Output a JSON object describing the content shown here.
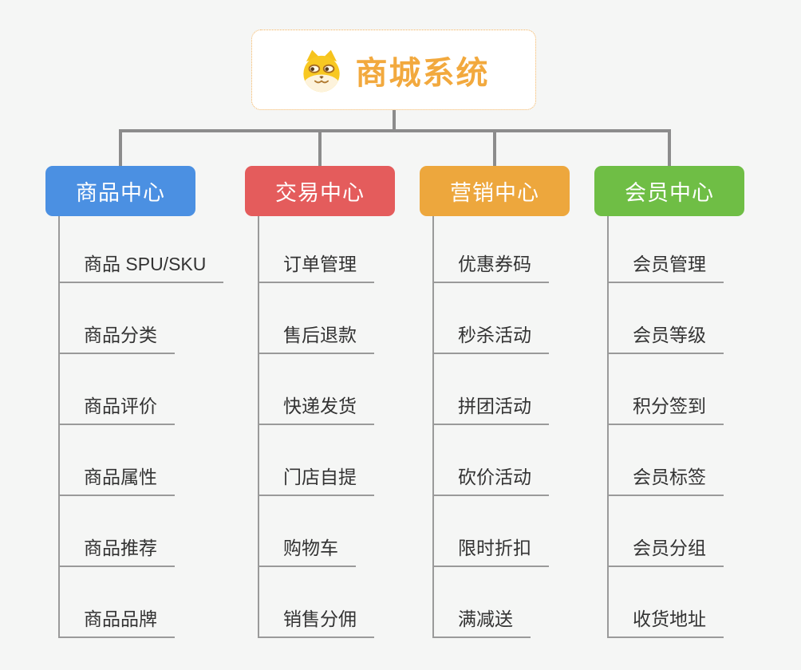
{
  "page": {
    "background_color": "#f5f6f5",
    "connector_color": "#8c8c8c",
    "underline_color": "#9a9a9a"
  },
  "root": {
    "title": "商城系统",
    "icon": "shiba-dog-icon",
    "title_color": "#f2a93e",
    "border_color": "#f2b25e"
  },
  "branches": [
    {
      "label": "商品中心",
      "color": "#4b90e2",
      "items": [
        "商品 SPU/SKU",
        "商品分类",
        "商品评价",
        "商品属性",
        "商品推荐",
        "商品品牌"
      ]
    },
    {
      "label": "交易中心",
      "color": "#e45c5c",
      "items": [
        "订单管理",
        "售后退款",
        "快递发货",
        "门店自提",
        "购物车",
        "销售分佣"
      ]
    },
    {
      "label": "营销中心",
      "color": "#eda73d",
      "items": [
        "优惠券码",
        "秒杀活动",
        "拼团活动",
        "砍价活动",
        "限时折扣",
        "满减送"
      ]
    },
    {
      "label": "会员中心",
      "color": "#6fbe45",
      "items": [
        "会员管理",
        "会员等级",
        "积分签到",
        "会员标签",
        "会员分组",
        "收货地址"
      ]
    }
  ]
}
